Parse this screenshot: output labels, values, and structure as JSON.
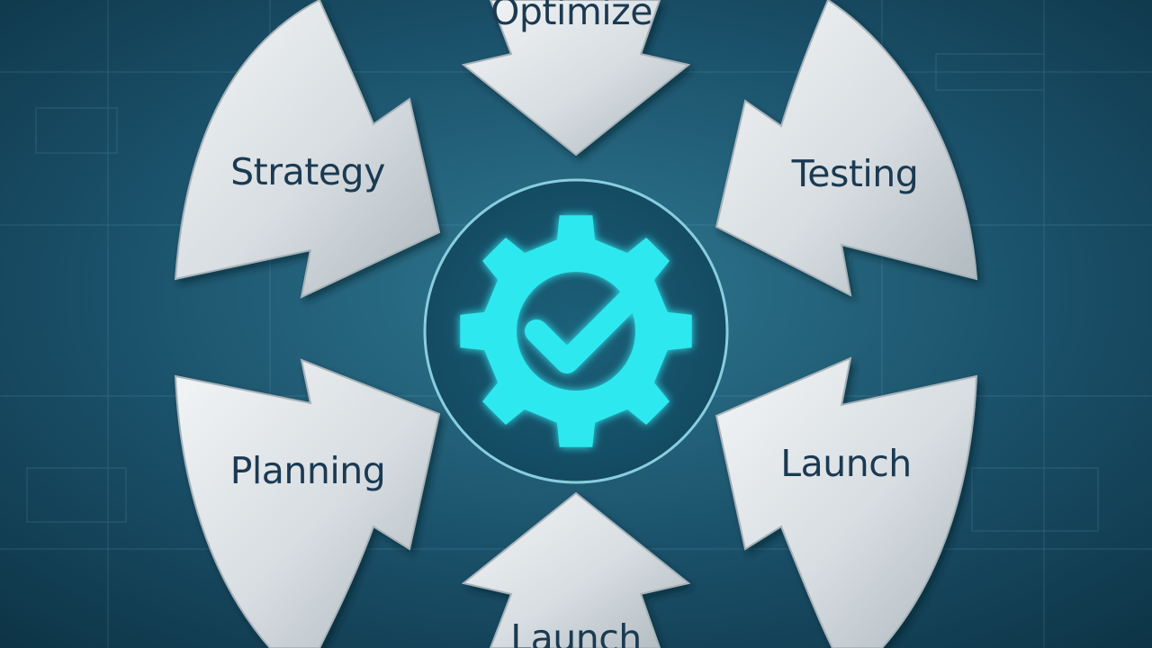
{
  "diagram": {
    "arrows": [
      {
        "id": "optimize",
        "label": "Optimize"
      },
      {
        "id": "strategy",
        "label": "Strategy"
      },
      {
        "id": "testing",
        "label": "Testing"
      },
      {
        "id": "planning",
        "label": "Planning"
      },
      {
        "id": "launch-right",
        "label": "Launch"
      },
      {
        "id": "launch-bottom",
        "label": "Launch"
      }
    ],
    "center_icon": "gear-checkmark-icon"
  },
  "colors": {
    "background": "#123f52",
    "arrow_fill": "#dfe3e6",
    "label_text": "#1b3a52",
    "gear": "#2ee8f0"
  }
}
